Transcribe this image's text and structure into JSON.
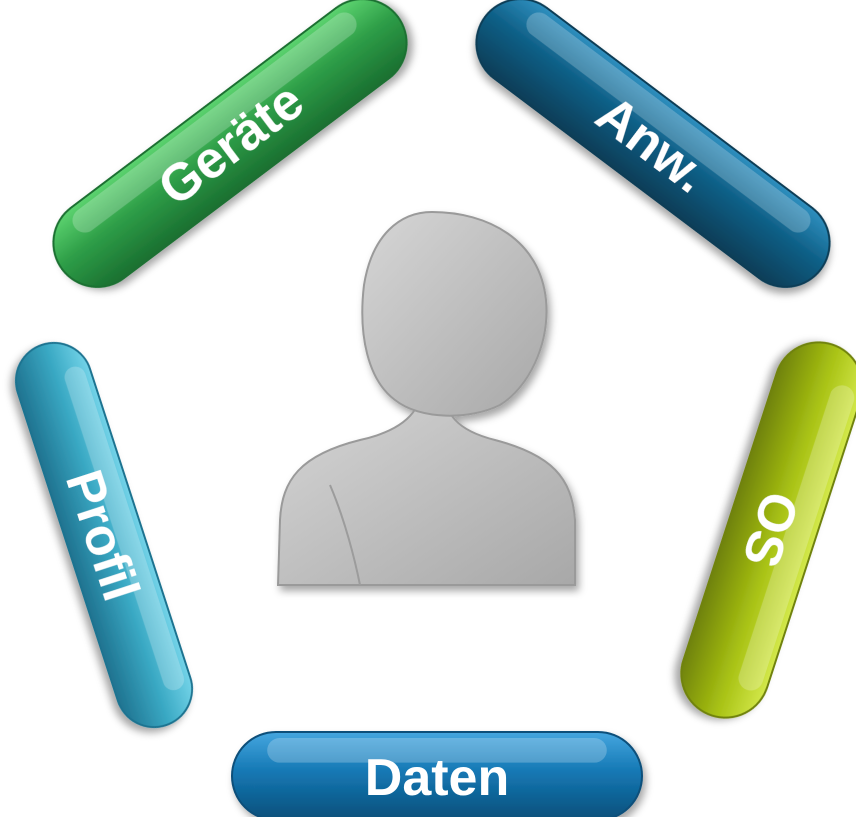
{
  "segments": [
    {
      "id": "geraete",
      "label": "Geräte",
      "color": "#2e9e48",
      "highlight": "#5cd36f",
      "shade": "#1a6f30"
    },
    {
      "id": "anw",
      "label": "Anw.",
      "color": "#0e5f86",
      "highlight": "#2f8fbf",
      "shade": "#083d57"
    },
    {
      "id": "os",
      "label": "OS",
      "color": "#a8c214",
      "highlight": "#d3e84a",
      "shade": "#6f8208"
    },
    {
      "id": "daten",
      "label": "Daten",
      "color": "#1478b4",
      "highlight": "#45a6df",
      "shade": "#0b4f7a"
    },
    {
      "id": "profil",
      "label": "Profil",
      "color": "#3aa9c4",
      "highlight": "#73d3e8",
      "shade": "#1f7390"
    }
  ],
  "center": {
    "icon": "user-silhouette-icon",
    "color": "#b8b8b8"
  }
}
